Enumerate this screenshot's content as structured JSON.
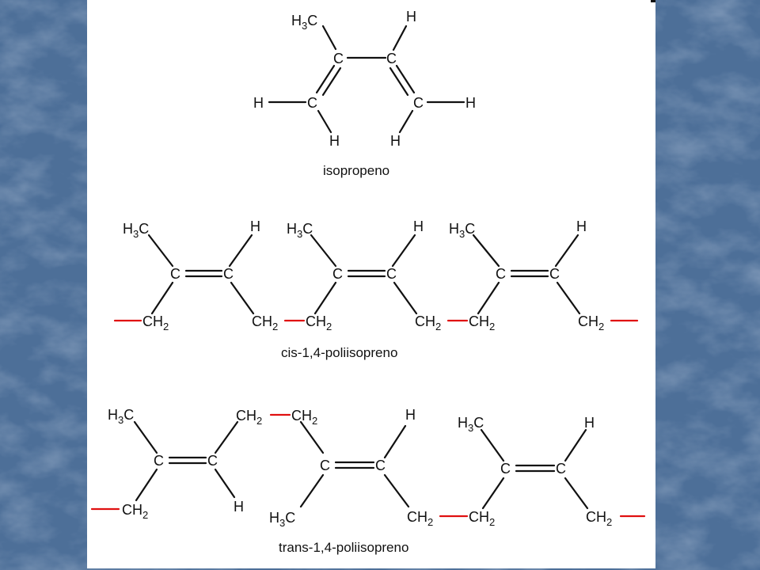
{
  "structures": {
    "isoprene": {
      "caption": "isopropeno",
      "atoms": {
        "c": "C",
        "h": "H",
        "ch3_main": "H",
        "ch3_sub": "3",
        "ch3_tail": "C"
      }
    },
    "cis": {
      "caption": "cis-1,4-poliisopreno",
      "atoms": {
        "c": "C",
        "h": "H",
        "ch3_main": "H",
        "ch3_sub": "3",
        "ch3_tail": "C",
        "ch2_main": "CH",
        "ch2_sub": "2"
      }
    },
    "trans": {
      "caption": "trans-1,4-poliisopreno",
      "atoms": {
        "c": "C",
        "h": "H",
        "ch3_main": "H",
        "ch3_sub": "3",
        "ch3_tail": "C",
        "ch2_main": "CH",
        "ch2_sub": "2"
      }
    }
  },
  "colors": {
    "background": "#4d6f98",
    "panel": "#ffffff",
    "bond": "#111111",
    "polymer_link": "#e01010"
  }
}
